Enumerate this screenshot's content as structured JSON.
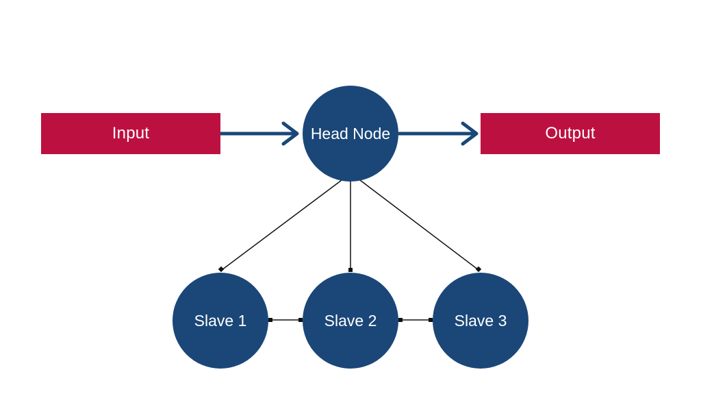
{
  "colors": {
    "box": "#bc1140",
    "node": "#1a4778",
    "arrow": "#1a4778",
    "connector": "#111111"
  },
  "nodes": {
    "input": "Input",
    "output": "Output",
    "head": "Head Node",
    "slave1": "Slave 1",
    "slave2": "Slave 2",
    "slave3": "Slave 3"
  }
}
